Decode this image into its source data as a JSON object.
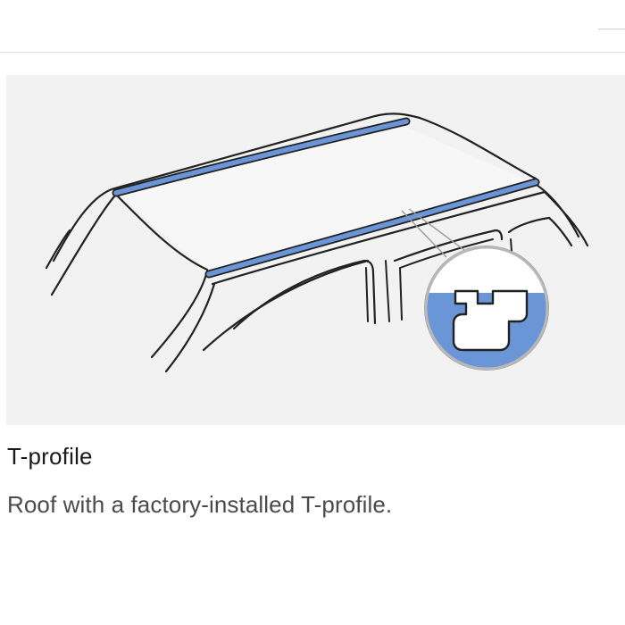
{
  "product_card": {
    "title": "T-profile",
    "description": "Roof with a factory-installed T-profile."
  },
  "illustration": {
    "subject": "car-roof-with-t-profile-rails",
    "accent_color": "#6a96d8",
    "line_color": "#222222",
    "background_color": "#f2f2f2"
  }
}
